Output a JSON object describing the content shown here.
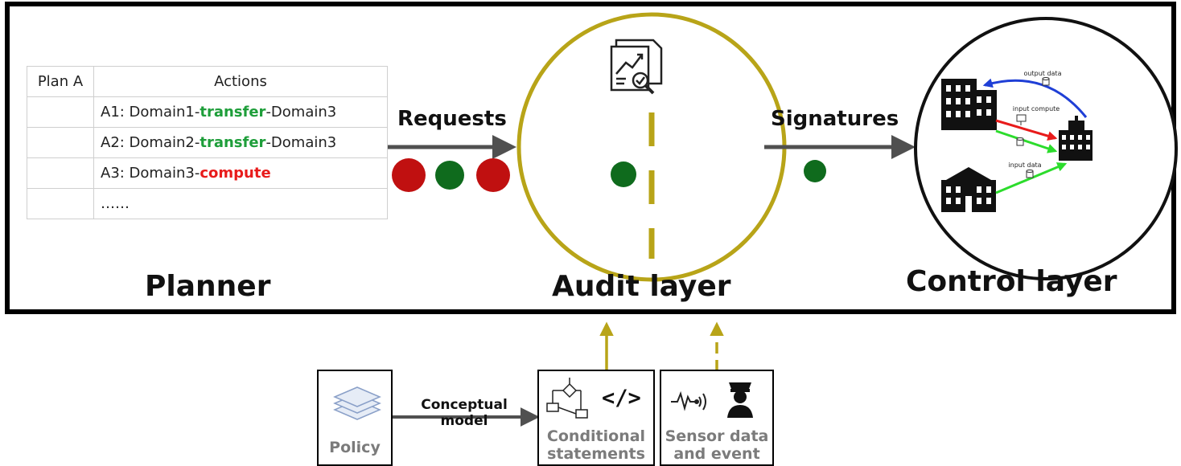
{
  "planner": {
    "table": {
      "headers": [
        "Plan A",
        "Actions"
      ],
      "rows": [
        {
          "pre": "A1: Domain1-",
          "key": "transfer",
          "post": "-Domain3",
          "key_color": "green"
        },
        {
          "pre": "A2: Domain2-",
          "key": "transfer",
          "post": "-Domain3",
          "key_color": "green"
        },
        {
          "pre": "A3: Domain3-",
          "key": "compute",
          "post": "",
          "key_color": "red"
        },
        {
          "pre": "……",
          "key": "",
          "post": "",
          "key_color": ""
        }
      ]
    },
    "label": "Planner"
  },
  "arrows": {
    "requests_label": "Requests",
    "signatures_label": "Signatures"
  },
  "audit": {
    "label": "Audit layer"
  },
  "control": {
    "label": "Control layer",
    "labels": {
      "output": "output data",
      "input_compute": "input compute",
      "input_data": "input data"
    }
  },
  "bottom": {
    "policy_label": "Policy",
    "conceptual_label": "Conceptual\nmodel",
    "conditional_label": "Conditional\nstatements",
    "sensor_label": "Sensor data\nand event",
    "code_symbol": "</>"
  },
  "colors": {
    "olive": "#b8a418",
    "red_dot": "#c01010",
    "green_dot": "#0f6b1d",
    "arrow_gray": "#505050",
    "green_text": "#1e9e3a",
    "red_text": "#e81b1b"
  }
}
